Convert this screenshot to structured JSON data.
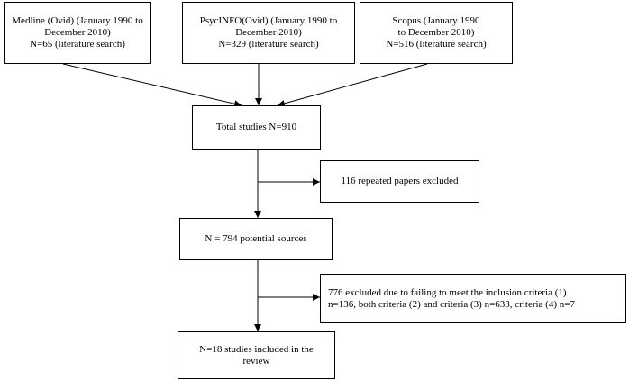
{
  "flowchart": {
    "sources": [
      {
        "text": "Medline (Ovid) (January 1990 to\nDecember 2010)\nN=65 (literature search)"
      },
      {
        "text": "PsycINFO(Ovid) (January 1990 to\nDecember 2010)\nN=329 (literature search)"
      },
      {
        "text": "Scopus (January 1990\nto December 2010)\nN=516 (literature search)"
      }
    ],
    "total": {
      "text": "Total studies N=910"
    },
    "excluded_repeated": {
      "text": "116 repeated papers excluded"
    },
    "potential": {
      "text": "N = 794 potential sources"
    },
    "excluded_criteria": {
      "text": "776 excluded due to failing to meet the inclusion criteria (1)\nn=136, both criteria (2) and criteria (3) n=633, criteria (4) n=7"
    },
    "included": {
      "text": "N=18 studies included in the\nreview"
    }
  }
}
